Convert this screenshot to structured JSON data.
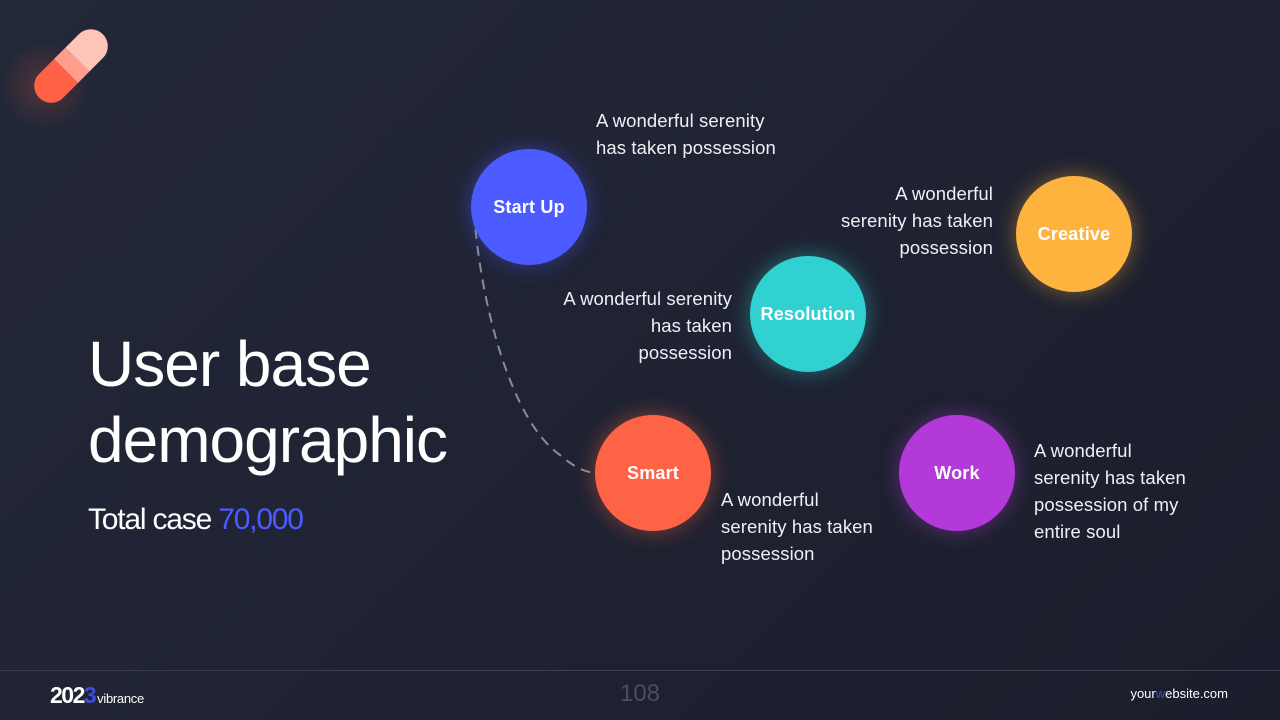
{
  "logo": {
    "icon": "pill-icon",
    "colors": [
      "#ff6146",
      "#ff9e8a",
      "#ffc4b8"
    ]
  },
  "title": {
    "line1": "User base",
    "line2": "demographic"
  },
  "total": {
    "label": "Total case",
    "value": "70,000",
    "value_color": "#4a5cff"
  },
  "nodes": [
    {
      "label": "Start Up",
      "color": "#4b5bff",
      "description": "A wonderful serenity\nhas taken possession"
    },
    {
      "label": "Creative",
      "color": "#ffb33f",
      "description": "A wonderful\nserenity has taken\npossession"
    },
    {
      "label": "Resolution",
      "color": "#32d1d1",
      "description": "A wonderful serenity\nhas taken\npossession"
    },
    {
      "label": "Smart",
      "color": "#ff6346",
      "description": "A wonderful\nserenity has taken\npossession"
    },
    {
      "label": "Work",
      "color": "#b33ad9",
      "description": "A wonderful\nserenity has taken\npossession of my\nentire soul"
    }
  ],
  "footer": {
    "year_main": "202",
    "year_accent": "3",
    "brand_name": "vibrance",
    "page_number": "108",
    "website_pre": "your",
    "website_accent": "w",
    "website_post": "ebsite.com",
    "accent_color": "#3b4ee0"
  }
}
